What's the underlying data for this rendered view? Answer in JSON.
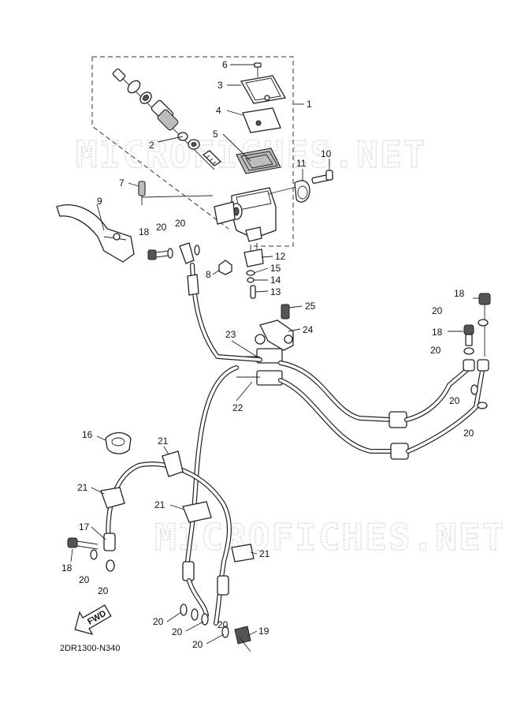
{
  "watermarks": [
    "MICROFICHES.NET",
    "MICROFICHES.NET"
  ],
  "diagram_code": "2DR1300-N340",
  "fwd_label": "FWD",
  "callouts": [
    {
      "id": "c1",
      "text": "1"
    },
    {
      "id": "c2",
      "text": "2"
    },
    {
      "id": "c3",
      "text": "3"
    },
    {
      "id": "c4",
      "text": "4"
    },
    {
      "id": "c5",
      "text": "5"
    },
    {
      "id": "c6",
      "text": "6"
    },
    {
      "id": "c7",
      "text": "7"
    },
    {
      "id": "c8",
      "text": "8"
    },
    {
      "id": "c9",
      "text": "9"
    },
    {
      "id": "c10",
      "text": "10"
    },
    {
      "id": "c11",
      "text": "11"
    },
    {
      "id": "c12",
      "text": "12"
    },
    {
      "id": "c13",
      "text": "13"
    },
    {
      "id": "c14",
      "text": "14"
    },
    {
      "id": "c15",
      "text": "15"
    },
    {
      "id": "c16",
      "text": "16"
    },
    {
      "id": "c17",
      "text": "17"
    },
    {
      "id": "c18a",
      "text": "18"
    },
    {
      "id": "c18b",
      "text": "18"
    },
    {
      "id": "c18c",
      "text": "18"
    },
    {
      "id": "c18d",
      "text": "18"
    },
    {
      "id": "c19",
      "text": "19"
    },
    {
      "id": "c20a",
      "text": "20"
    },
    {
      "id": "c20b",
      "text": "20"
    },
    {
      "id": "c20c",
      "text": "20"
    },
    {
      "id": "c20d",
      "text": "20"
    },
    {
      "id": "c20e",
      "text": "20"
    },
    {
      "id": "c20f",
      "text": "20"
    },
    {
      "id": "c20g",
      "text": "20"
    },
    {
      "id": "c20h",
      "text": "20"
    },
    {
      "id": "c20i",
      "text": "20"
    },
    {
      "id": "c20j",
      "text": "20"
    },
    {
      "id": "c20k",
      "text": "20"
    },
    {
      "id": "c20l",
      "text": "20"
    },
    {
      "id": "c21a",
      "text": "21"
    },
    {
      "id": "c21b",
      "text": "21"
    },
    {
      "id": "c21c",
      "text": "21"
    },
    {
      "id": "c21d",
      "text": "21"
    },
    {
      "id": "c22",
      "text": "22"
    },
    {
      "id": "c23",
      "text": "23"
    },
    {
      "id": "c24",
      "text": "24"
    },
    {
      "id": "c25",
      "text": "25"
    }
  ]
}
